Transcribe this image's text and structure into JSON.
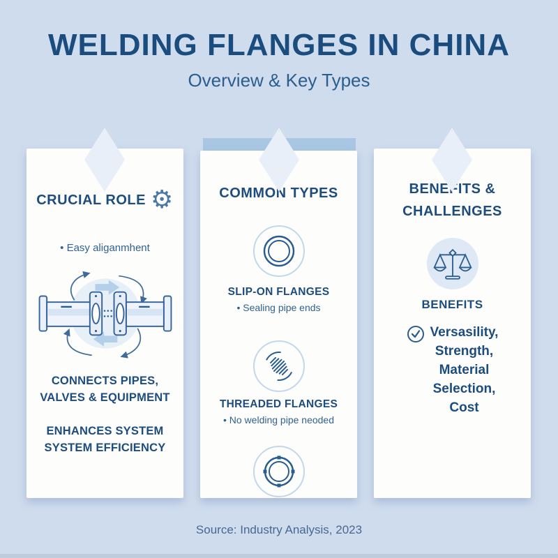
{
  "page": {
    "title": "WELDING FLANGES IN CHINA",
    "subtitle": "Overview & Key Types",
    "footer": "Source: Industry Analysis, 2023"
  },
  "colors": {
    "background": "#cfdcee",
    "title_text": "#1a4c7e",
    "card_background": "#fdfdfc",
    "accent_bar": "#a9c7e3",
    "diamond_decoration": "#e9eff9",
    "icon_stroke": "#2a5d8f",
    "icon_light_ring": "#c3d7ec",
    "icon_fill_circle": "#dfe9f5"
  },
  "cards": [
    {
      "id": "crucial-role",
      "title": "CRUCIAL ROLE",
      "title_icon": "gear-icon",
      "gear_glyph": "⚙",
      "bullet": "• Easy aliganmhent",
      "illustration": "pipe-flange-connection",
      "connects": "CONNECTS PIPES,\nVALVES & EQUIPMENT",
      "enhances": "ENHANCES SYSTEM\nSYSTEM EFFICIENCY"
    },
    {
      "id": "common-types",
      "title": "COMMON TYPES",
      "types": [
        {
          "icon": "slip-on-flange-icon",
          "name": "SLIP-ON FLANGES",
          "bullet": "• Sealing pipe ends"
        },
        {
          "icon": "threaded-flange-icon",
          "name": "THREADED FLANGES",
          "bullet": "• No welding pipe neoded"
        },
        {
          "icon": "flange-face-icon"
        }
      ]
    },
    {
      "id": "benefits-challenges",
      "title": "BENEFITS &\nCHALLENGES",
      "icon": "balance-scale-icon",
      "subheading": "BENEFITS",
      "benefit_icon": "check-circle-icon",
      "benefit": "Versasility,\nStrength,\nMaterial\nSelection,\nCost"
    }
  ]
}
